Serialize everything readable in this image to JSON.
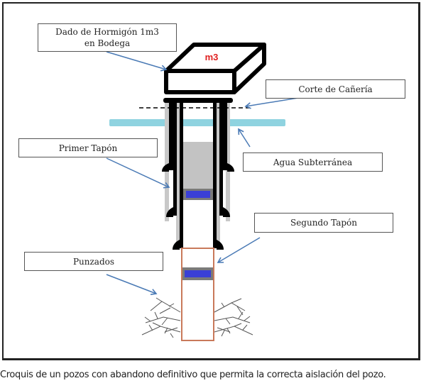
{
  "diagram": {
    "labels": {
      "concrete_block": "Dado de Hormigón 1m3\nen Bodega",
      "concrete_block_line1": "Dado de Hormigón 1m3",
      "concrete_block_line2": "en Bodega",
      "pipe_cut": "Corte de Cañería",
      "first_plug": "Primer Tapón",
      "groundwater": "Agua Subterránea",
      "second_plug": "Segundo Tapón",
      "perforations": "Punzados"
    },
    "block_text": "m3",
    "colors": {
      "outline": "#000000",
      "arrow": "#4a7ab5",
      "water": "#8fd3e0",
      "cement": "#c8c8c8",
      "plug": "#3a3fd6",
      "plug_border": "#7a7a7a",
      "open_hole": "#c9795a",
      "block_label": "#e02020"
    }
  },
  "caption": "Croquis de un pozos con abandono definitivo que permita la correcta aislación del pozo."
}
